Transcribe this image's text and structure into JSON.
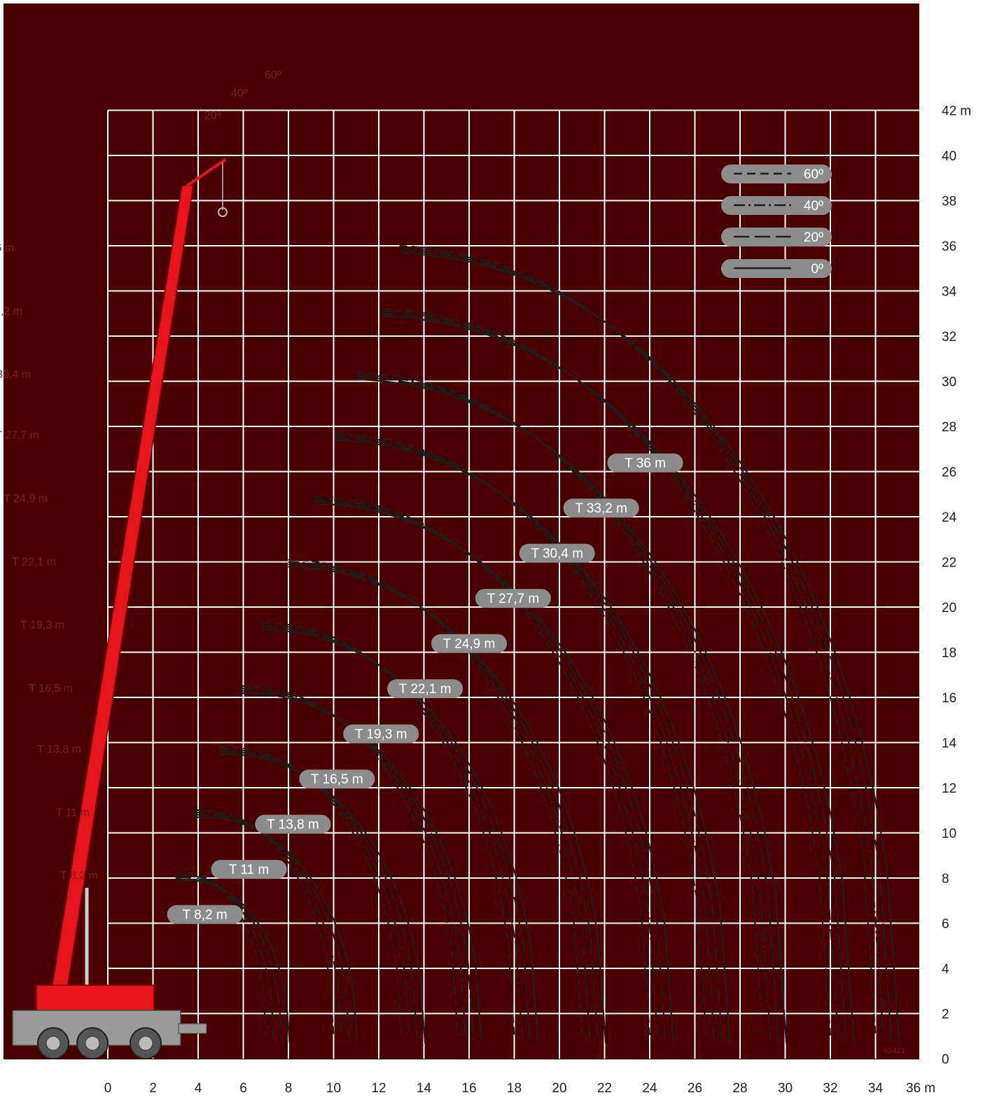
{
  "chart_data": {
    "type": "line",
    "x_ticks": [
      "0",
      "2",
      "4",
      "6",
      "8",
      "10",
      "12",
      "14",
      "16",
      "18",
      "20",
      "22",
      "24",
      "26",
      "28",
      "30",
      "32",
      "34",
      "36 m"
    ],
    "y_ticks": [
      "0",
      "2",
      "4",
      "6",
      "8",
      "10",
      "12",
      "14",
      "16",
      "18",
      "20",
      "22",
      "24",
      "26",
      "28",
      "30",
      "32",
      "34",
      "36",
      "38",
      "40",
      "42 m"
    ],
    "xlim": [
      0,
      36
    ],
    "ylim": [
      0,
      42
    ],
    "grid": true,
    "legend": [
      {
        "label": "60º",
        "style": "dashed"
      },
      {
        "label": "40º",
        "style": "dashdot"
      },
      {
        "label": "20º",
        "style": "longdash"
      },
      {
        "label": "0º",
        "style": "solid"
      }
    ],
    "legend_position": "top-right",
    "boom_lengths": [
      {
        "label": "T 8,2 m",
        "height": 8.2,
        "end_x": 7.0
      },
      {
        "label": "T 11 m",
        "height": 11.0,
        "end_x": 10.0
      },
      {
        "label": "T 13,8 m",
        "height": 13.8,
        "end_x": 13.0
      },
      {
        "label": "T 16,5 m",
        "height": 16.5,
        "end_x": 15.5
      },
      {
        "label": "T 19,3 m",
        "height": 19.3,
        "end_x": 18.0
      },
      {
        "label": "T 22,1 m",
        "height": 22.1,
        "end_x": 21.0
      },
      {
        "label": "T 24,9 m",
        "height": 24.9,
        "end_x": 24.0
      },
      {
        "label": "T 27,7 m",
        "height": 27.7,
        "end_x": 26.5
      },
      {
        "label": "T 30,4 m",
        "height": 30.4,
        "end_x": 29.0
      },
      {
        "label": "T 33,2 m",
        "height": 33.2,
        "end_x": 32.0
      },
      {
        "label": "T 36 m",
        "height": 36.0,
        "end_x": 34.0
      }
    ],
    "jib_angles": [
      "20º",
      "40º",
      "60º"
    ]
  },
  "colors": {
    "background": "#4b0000",
    "grid": "#ffffff",
    "boom": "#e8141b",
    "curve": "#1e1e1e",
    "pill": "#8c8c8c"
  },
  "drawing_code": "52421"
}
